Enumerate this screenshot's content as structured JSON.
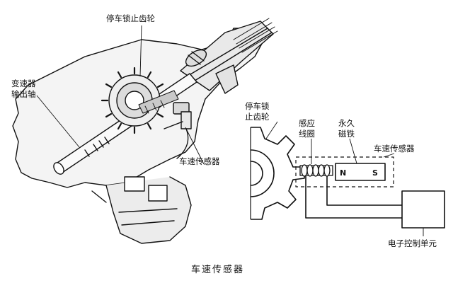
{
  "labels": {
    "parking_gear_left": "停车锁止齿轮",
    "output_shaft_line1": "变速器",
    "output_shaft_line2": "输出轴",
    "speed_sensor_left": "车速传感器",
    "parking_gear_right_line1": "停车锁",
    "parking_gear_right_line2": "止齿轮",
    "coil_line1": "感应",
    "coil_line2": "线圈",
    "magnet_line1": "永久",
    "magnet_line2": "磁铁",
    "speed_sensor_right": "车速传感器",
    "pole_north": "N",
    "pole_south": "S",
    "ecu": "电子控制单元"
  },
  "caption": "车速传感器"
}
